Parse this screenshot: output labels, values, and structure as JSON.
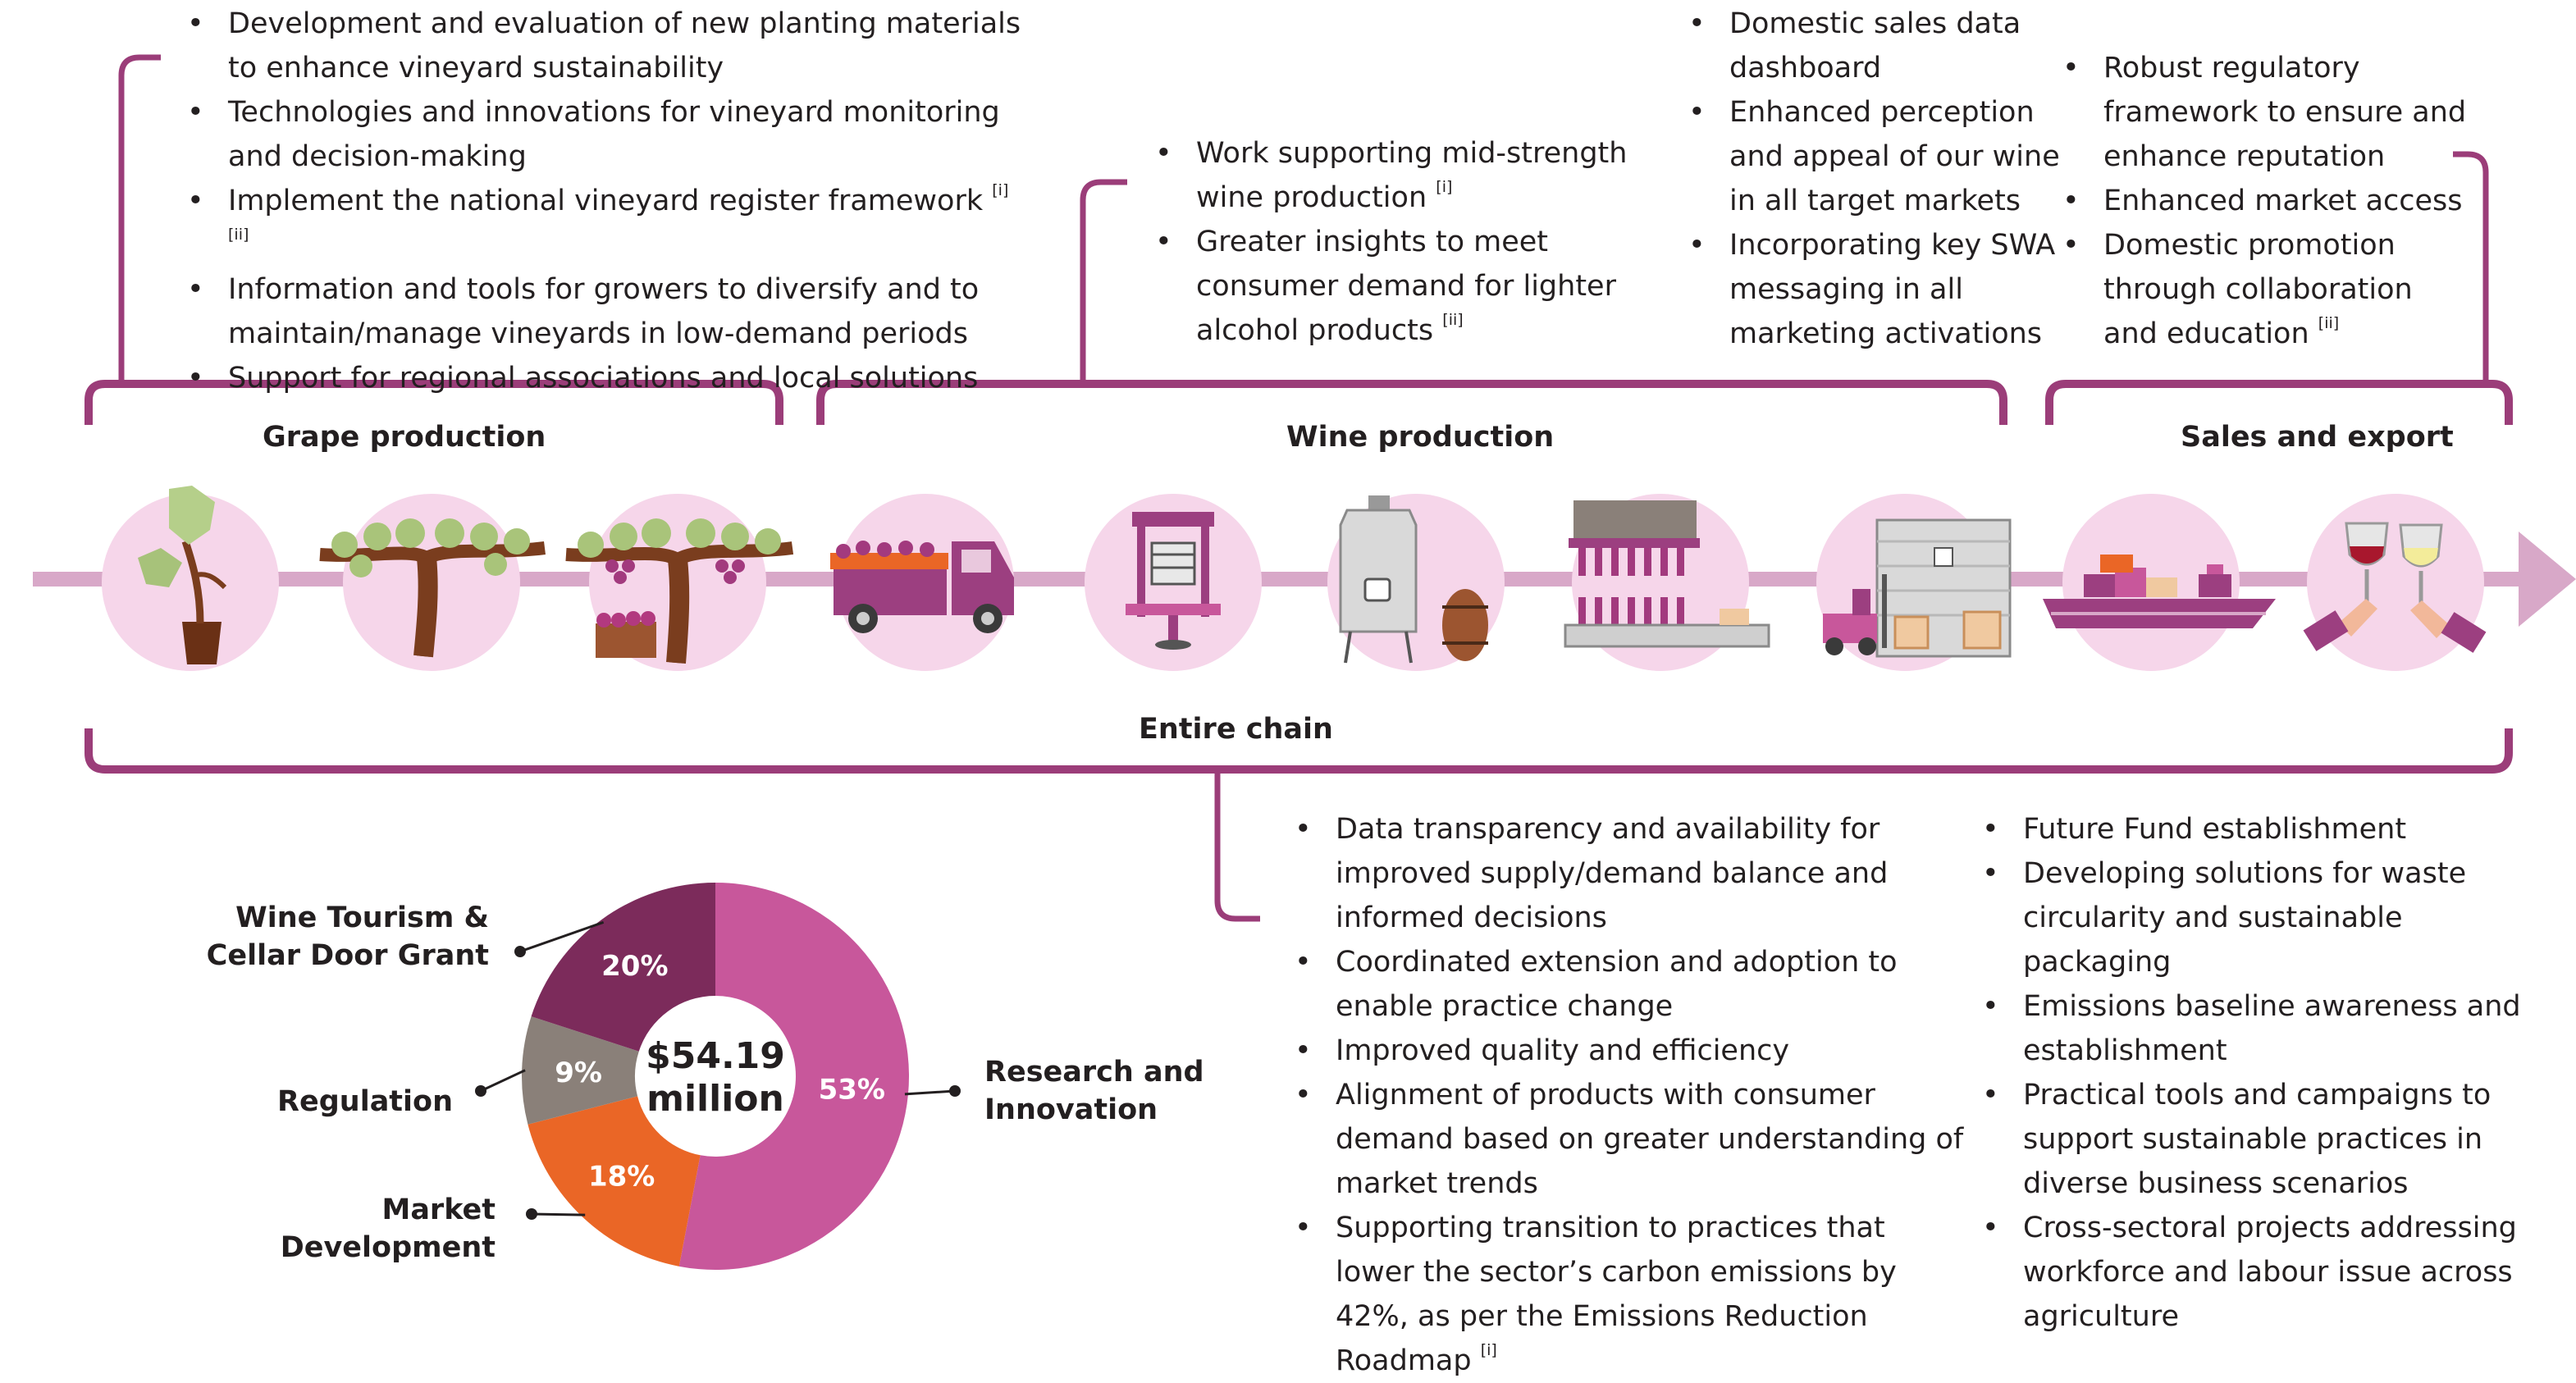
{
  "colors": {
    "plum": "#9b3d79",
    "circle": "#f6d6ea",
    "arrow": "#d8a8c8",
    "slice_research": "#c8579b",
    "slice_market": "#ea6626",
    "slice_regulation": "#8a8079",
    "slice_tourism": "#7c2b5b"
  },
  "stages": {
    "grape": "Grape production",
    "wine": "Wine production",
    "sales": "Sales and export",
    "chain": "Entire chain"
  },
  "grape_points": [
    {
      "text": "Development and evaluation of new planting materials to enhance vineyard sustainability",
      "ref": ""
    },
    {
      "text": "Technologies and innovations for vineyard monitoring and decision-making",
      "ref": ""
    },
    {
      "text": "Implement the national vineyard register framework",
      "ref": "[i] [ii]"
    },
    {
      "text": "Information and tools for growers to diversify and to maintain/manage vineyards in low-demand periods",
      "ref": ""
    },
    {
      "text": "Support for regional associations and local solutions",
      "ref": ""
    }
  ],
  "wine_points": [
    {
      "text": "Work supporting mid-strength wine production",
      "ref": "[i]"
    },
    {
      "text": "Greater insights to meet consumer demand for lighter alcohol products",
      "ref": "[ii]"
    }
  ],
  "domestic_points": [
    {
      "text": "Domestic sales data dashboard",
      "ref": ""
    },
    {
      "text": "Enhanced perception and appeal of our wine in all target markets",
      "ref": ""
    },
    {
      "text": "Incorporating key SWA messaging in all marketing activations",
      "ref": ""
    }
  ],
  "sales_points": [
    {
      "text": "Robust regulatory framework to ensure and enhance reputation",
      "ref": ""
    },
    {
      "text": "Enhanced market access",
      "ref": ""
    },
    {
      "text": "Domestic promotion through collaboration and education",
      "ref": "[ii]"
    }
  ],
  "chain_points_left": [
    {
      "text": "Data transparency and availability for improved supply/demand balance and informed decisions",
      "ref": ""
    },
    {
      "text": "Coordinated extension and adoption to enable practice change",
      "ref": ""
    },
    {
      "text": "Improved quality and efficiency",
      "ref": ""
    },
    {
      "text": "Alignment of products with consumer demand based on greater understanding of market trends",
      "ref": ""
    },
    {
      "text": "Supporting transition to practices that lower the sector’s carbon emissions by 42%, as per the Emissions Reduction Roadmap",
      "ref": "[i]"
    }
  ],
  "chain_points_right": [
    {
      "text": "Future Fund establishment",
      "ref": ""
    },
    {
      "text": "Developing solutions for waste circularity and sustainable packaging",
      "ref": ""
    },
    {
      "text": "Emissions baseline awareness and establishment",
      "ref": ""
    },
    {
      "text": "Practical tools and campaigns to support sustainable practices in diverse business scenarios",
      "ref": ""
    },
    {
      "text": "Cross-sectoral projects addressing workforce and labour issue across agriculture",
      "ref": ""
    }
  ],
  "budget": {
    "total_line1": "$54.19",
    "total_line2": "million",
    "segments": [
      {
        "label": "Research and Innovation",
        "lines": [
          "Research and",
          "Innovation"
        ],
        "value": 53,
        "display": "53%",
        "color": "#c8579b"
      },
      {
        "label": "Market Development",
        "lines": [
          "Market",
          "Development"
        ],
        "value": 18,
        "display": "18%",
        "color": "#ea6626"
      },
      {
        "label": "Regulation",
        "lines": [
          "Regulation"
        ],
        "value": 9,
        "display": "9%",
        "color": "#8a8079"
      },
      {
        "label": "Wine Tourism & Cellar Door Grant",
        "lines": [
          "Wine Tourism &",
          "Cellar Door Grant"
        ],
        "value": 20,
        "display": "20%",
        "color": "#7c2b5b"
      }
    ]
  },
  "icons": [
    "seedling-icon",
    "vine-icon",
    "grape-vine-icon",
    "delivery-truck-icon",
    "wine-press-icon",
    "fermentation-tank-icon",
    "bottling-line-icon",
    "warehouse-forklift-icon",
    "cargo-ship-icon",
    "wine-toast-icon"
  ]
}
